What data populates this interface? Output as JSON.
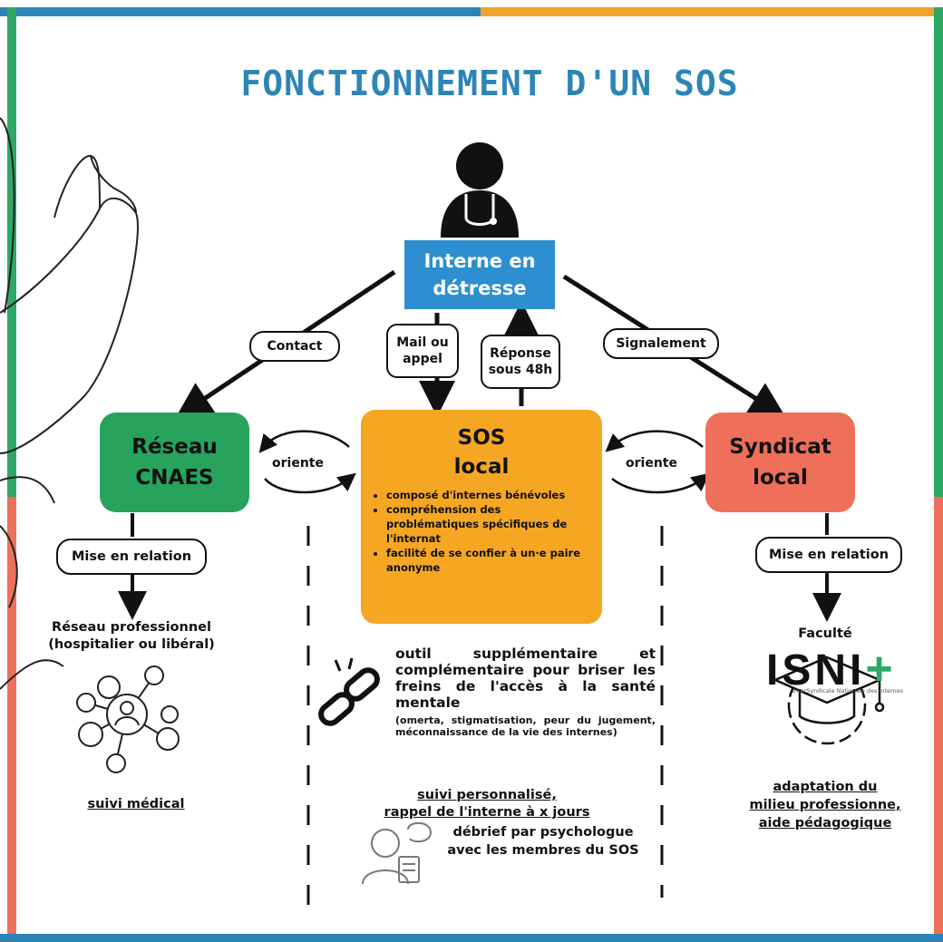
{
  "title": "FONCTIONNEMENT D'UN SOS",
  "nodes": {
    "interne": [
      "Interne en",
      "détresse"
    ],
    "cnaes": [
      "Réseau",
      "CNAES"
    ],
    "sos": [
      "SOS",
      "local"
    ],
    "syndicat": [
      "Syndicat",
      "local"
    ]
  },
  "edge_labels": {
    "contact": "Contact",
    "mail": [
      "Mail ou",
      "appel"
    ],
    "reponse": [
      "Réponse",
      "sous 48h"
    ],
    "signalement": "Signalement",
    "oriente_left": "oriente",
    "oriente_right": "oriente",
    "mise_left": "Mise en relation",
    "mise_right": "Mise en relation"
  },
  "sos_points": [
    "composé d'internes bénévoles",
    "compréhension des problématiques spécifiques de l'internat",
    "facilité de se confier à un·e paire anonyme"
  ],
  "left_branch": {
    "target": [
      "Réseau professionnel",
      "(hospitalier ou libéral)"
    ],
    "outcome": "suivi médical"
  },
  "right_branch": {
    "target": "Faculté",
    "outcome": [
      "adaptation du",
      "milieu professionne,",
      "aide pédagogique"
    ]
  },
  "middle": {
    "outil": "outil supplémentaire et complémentaire pour briser les freins de l'accès à la santé mentale",
    "outil_detail": "(omerta, stigmatisation, peur du jugement, méconnaissance de la vie des internes)",
    "suivi": [
      "suivi personnalisé,",
      "rappel de l'interne à x jours"
    ],
    "debrief": [
      "débrief par psychologue",
      "avec les membres du SOS"
    ]
  },
  "logo": {
    "text": "ISNI",
    "plus": "+",
    "subtitle": "InterSyndicale Nationale des Internes"
  },
  "colors": {
    "blue": "#2d85b7",
    "green": "#27a35e",
    "orange": "#f5a623",
    "red": "#ee6f5a"
  },
  "icons": [
    "doctor-icon",
    "hand-drawing",
    "network-people-icon",
    "graduation-gear-icon",
    "broken-chain-icon",
    "psychologist-icon"
  ]
}
